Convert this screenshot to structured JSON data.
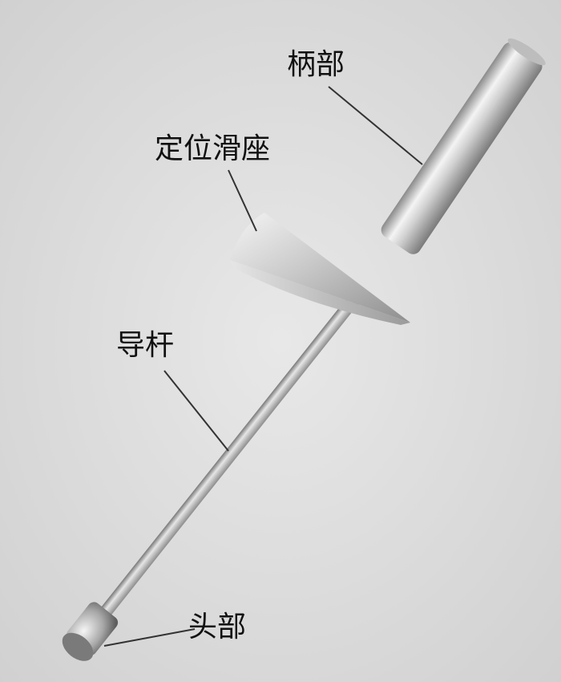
{
  "parts": {
    "handle": {
      "label": "柄部"
    },
    "slider": {
      "label": "定位滑座"
    },
    "rod": {
      "label": "导杆"
    },
    "head": {
      "label": "头部"
    }
  },
  "colors": {
    "background": "#d8d8d8",
    "metal_light": "#f2f2f2",
    "metal_mid": "#bdbdbd",
    "metal_dark": "#6e6e6e",
    "leader_line": "#333333",
    "text": "#111111"
  }
}
